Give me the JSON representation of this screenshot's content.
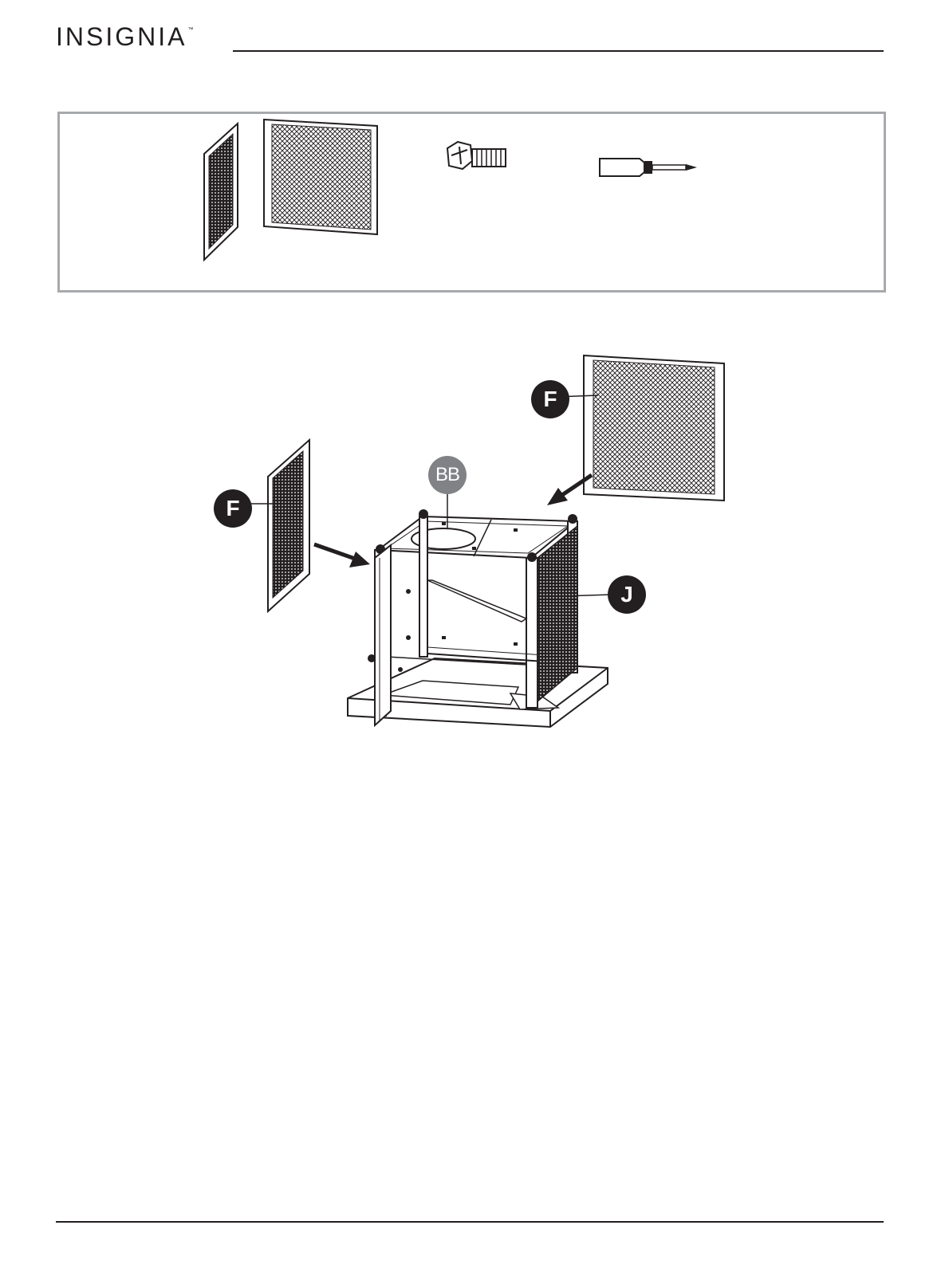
{
  "header": {
    "brand": "INSIGNIA",
    "trademark": "™"
  },
  "callouts": {
    "f_left": "F",
    "f_right": "F",
    "bb": "BB",
    "j": "J"
  },
  "icons": [
    "side-panel-icon",
    "back-panel-icon",
    "bolt-icon",
    "screwdriver-icon"
  ],
  "colors": {
    "ink": "#231f20",
    "box_border": "#a7a9ac",
    "bb_badge": "#808285"
  }
}
